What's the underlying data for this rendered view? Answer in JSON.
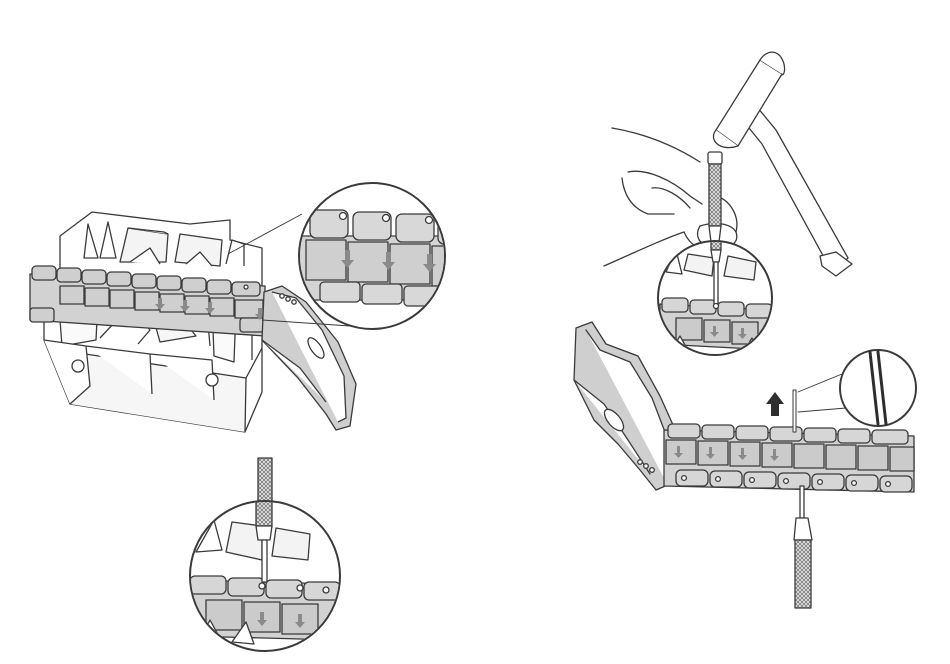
{
  "figure": {
    "panels": [
      {
        "id": "left",
        "elements": [
          "link-holder-block",
          "watch-bracelet",
          "bracelet-clasp",
          "zoom-callout-pin-direction",
          "zoom-callout-pin-punch",
          "pin-punch-tool"
        ],
        "icons": [
          "magnifier-circle-icon",
          "down-arrow-icon"
        ]
      },
      {
        "id": "right",
        "elements": [
          "hand",
          "hammer",
          "pin-punch-tool",
          "zoom-callout-hammering",
          "watch-bracelet",
          "bracelet-clasp",
          "removed-pin",
          "zoom-callout-pin",
          "pin-punch-tool-below"
        ],
        "icons": [
          "up-arrow-icon",
          "magnifier-circle-icon"
        ]
      }
    ]
  },
  "colors": {
    "line": "#3a3a3a",
    "link_fill": "#d2d2d2",
    "link_fill_dark": "#bdbdbd",
    "arrow_fill": "#8a8a8a",
    "arrow_solid": "#2e2e2e",
    "background": "#ffffff"
  }
}
